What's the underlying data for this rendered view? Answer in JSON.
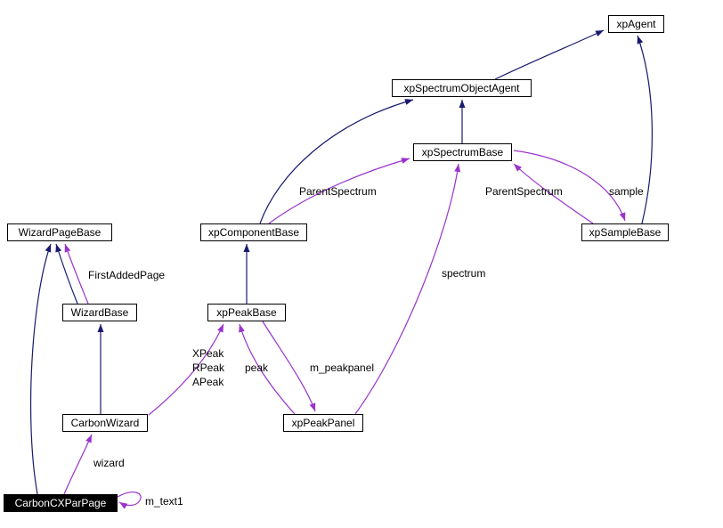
{
  "diagram": {
    "colors": {
      "background": "#ffffff",
      "inheritance_arrow": "#191970",
      "usage_arrow": "#9a32cd",
      "node_border": "#000000",
      "node_fill": "#ffffff",
      "node_text": "#000000",
      "focus_node_fill": "#000000",
      "focus_node_text": "#ffffff"
    },
    "nodes": {
      "xpAgent": "xpAgent",
      "xpSpectrumObjectAgent": "xpSpectrumObjectAgent",
      "xpSpectrumBase": "xpSpectrumBase",
      "WizardPageBase": "WizardPageBase",
      "xpComponentBase": "xpComponentBase",
      "xpSampleBase": "xpSampleBase",
      "WizardBase": "WizardBase",
      "xpPeakBase": "xpPeakBase",
      "CarbonWizard": "CarbonWizard",
      "xpPeakPanel": "xpPeakPanel",
      "CarbonCXParPage": "CarbonCXParPage"
    },
    "edge_labels": {
      "parentspectrum_component": "ParentSpectrum",
      "parentspectrum_sample": "ParentSpectrum",
      "sample": "sample",
      "firstaddedpage": "FirstAddedPage",
      "spectrum": "spectrum",
      "xpeak": "XPeak",
      "rpeak": "RPeak",
      "apeak": "APeak",
      "peak": "peak",
      "m_peakpanel": "m_peakpanel",
      "wizard": "wizard",
      "m_text1": "m_text1"
    }
  }
}
